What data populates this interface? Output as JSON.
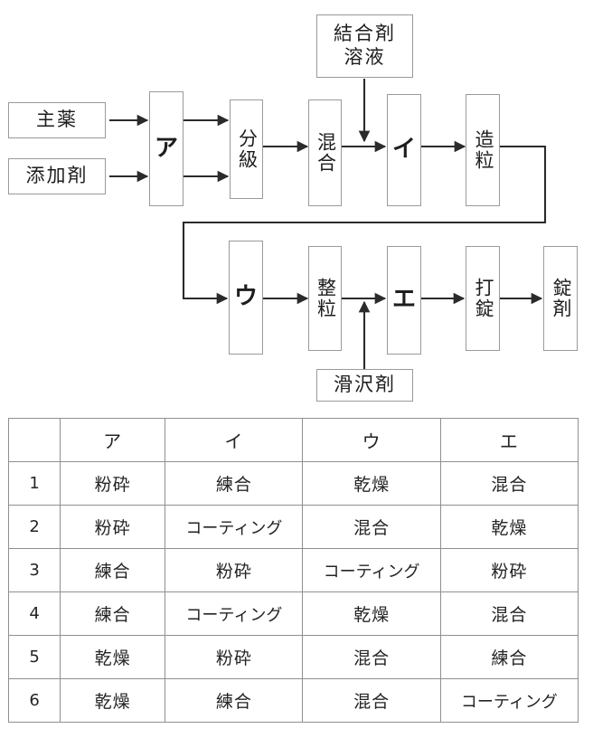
{
  "diagram": {
    "title_present": false,
    "inputs": [
      {
        "id": "main-drug",
        "label": "主薬"
      },
      {
        "id": "additive",
        "label": "添加剤"
      }
    ],
    "feed_boxes": [
      {
        "id": "binder-solution",
        "line1": "結合剤",
        "line2": "溶液"
      },
      {
        "id": "lubricant",
        "label": "滑沢剤"
      }
    ],
    "top_row": [
      {
        "id": "step-a",
        "label": "ア",
        "blank": true
      },
      {
        "id": "classify",
        "label": "分級",
        "blank": false
      },
      {
        "id": "mix",
        "label": "混合",
        "blank": false
      },
      {
        "id": "step-i",
        "label": "イ",
        "blank": true
      },
      {
        "id": "granulate",
        "label": "造粒",
        "blank": false
      }
    ],
    "bottom_row": [
      {
        "id": "step-u",
        "label": "ウ",
        "blank": true
      },
      {
        "id": "sizing",
        "label": "整粒",
        "blank": false
      },
      {
        "id": "step-e",
        "label": "エ",
        "blank": true
      },
      {
        "id": "compress",
        "label": "打錠",
        "blank": false
      },
      {
        "id": "tablet",
        "label": "錠剤",
        "blank": false
      }
    ],
    "stroke_color": "#2b2b2b",
    "box_border_color": "#9a9a9a"
  },
  "table": {
    "headers": [
      "",
      "ア",
      "イ",
      "ウ",
      "エ"
    ],
    "rows": [
      {
        "no": "1",
        "values": [
          "粉砕",
          "練合",
          "乾燥",
          "混合"
        ]
      },
      {
        "no": "2",
        "values": [
          "粉砕",
          "コーティング",
          "混合",
          "乾燥"
        ]
      },
      {
        "no": "3",
        "values": [
          "練合",
          "粉砕",
          "コーティング",
          "粉砕"
        ]
      },
      {
        "no": "4",
        "values": [
          "練合",
          "コーティング",
          "乾燥",
          "混合"
        ]
      },
      {
        "no": "5",
        "values": [
          "乾燥",
          "粉砕",
          "混合",
          "練合"
        ]
      },
      {
        "no": "6",
        "values": [
          "乾燥",
          "練合",
          "混合",
          "コーティング"
        ]
      }
    ]
  }
}
